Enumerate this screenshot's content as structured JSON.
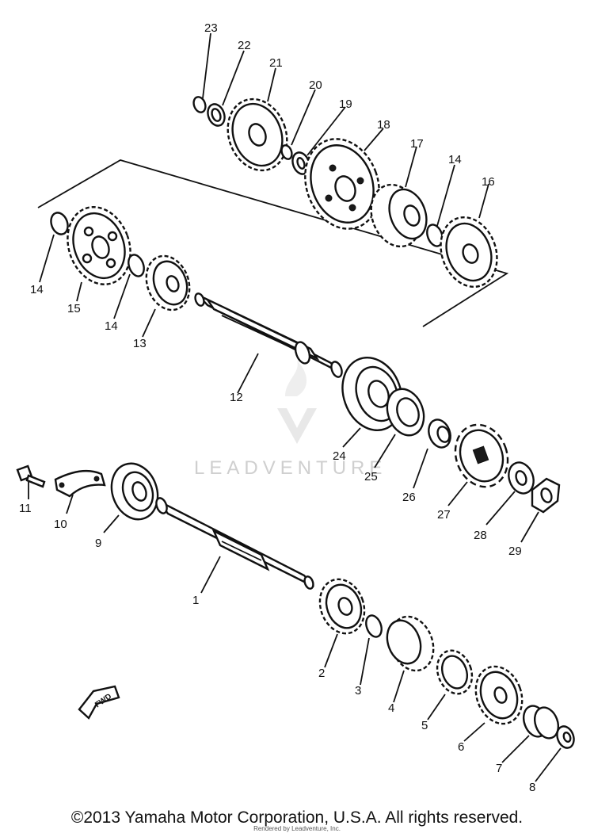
{
  "watermark": "LEADVENTURE",
  "fwd_label": "FWD",
  "callouts": [
    "1",
    "2",
    "3",
    "4",
    "5",
    "6",
    "7",
    "8",
    "9",
    "10",
    "11",
    "12",
    "13",
    "14",
    "14",
    "14",
    "15",
    "16",
    "17",
    "18",
    "19",
    "20",
    "21",
    "22",
    "23",
    "24",
    "25",
    "26",
    "27",
    "28",
    "29"
  ],
  "footer": {
    "copyright": "©2013 Yamaha Motor Corporation, U.S.A. All rights reserved.",
    "rendered_by": "Rendered by Leadventure, Inc."
  }
}
